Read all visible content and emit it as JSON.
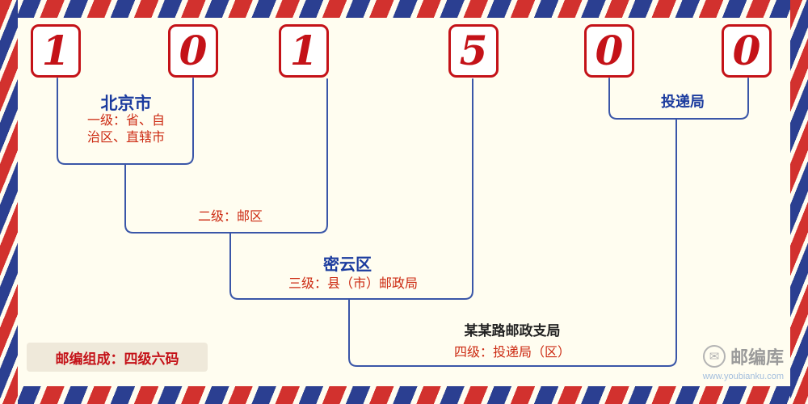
{
  "postal_code": {
    "digits": [
      "1",
      "0",
      "1",
      "5",
      "0",
      "0"
    ]
  },
  "labels": {
    "level1_name": "北京市",
    "level1_desc_line1": "一级：省、自",
    "level1_desc_line2": "治区、直辖市",
    "level2": "二级：邮区",
    "level3_name": "密云区",
    "level3_desc": "三级：县（市）邮政局",
    "level4_name": "某某路邮政支局",
    "level4_desc": "四级：投递局（区）",
    "delivery": "投递局"
  },
  "footer": {
    "composition": "邮编组成：四级六码"
  },
  "logo": {
    "brand": "邮编库",
    "url": "www.youbianku.com",
    "icon": "envelope-icon"
  },
  "colors": {
    "digit_red": "#c41218",
    "label_blue": "#1b3b9e",
    "label_red": "#cc2a12",
    "line_blue": "#3a56a8",
    "border_red": "#d2312e",
    "border_blue": "#2b3f91",
    "background": "#fffdf0"
  }
}
